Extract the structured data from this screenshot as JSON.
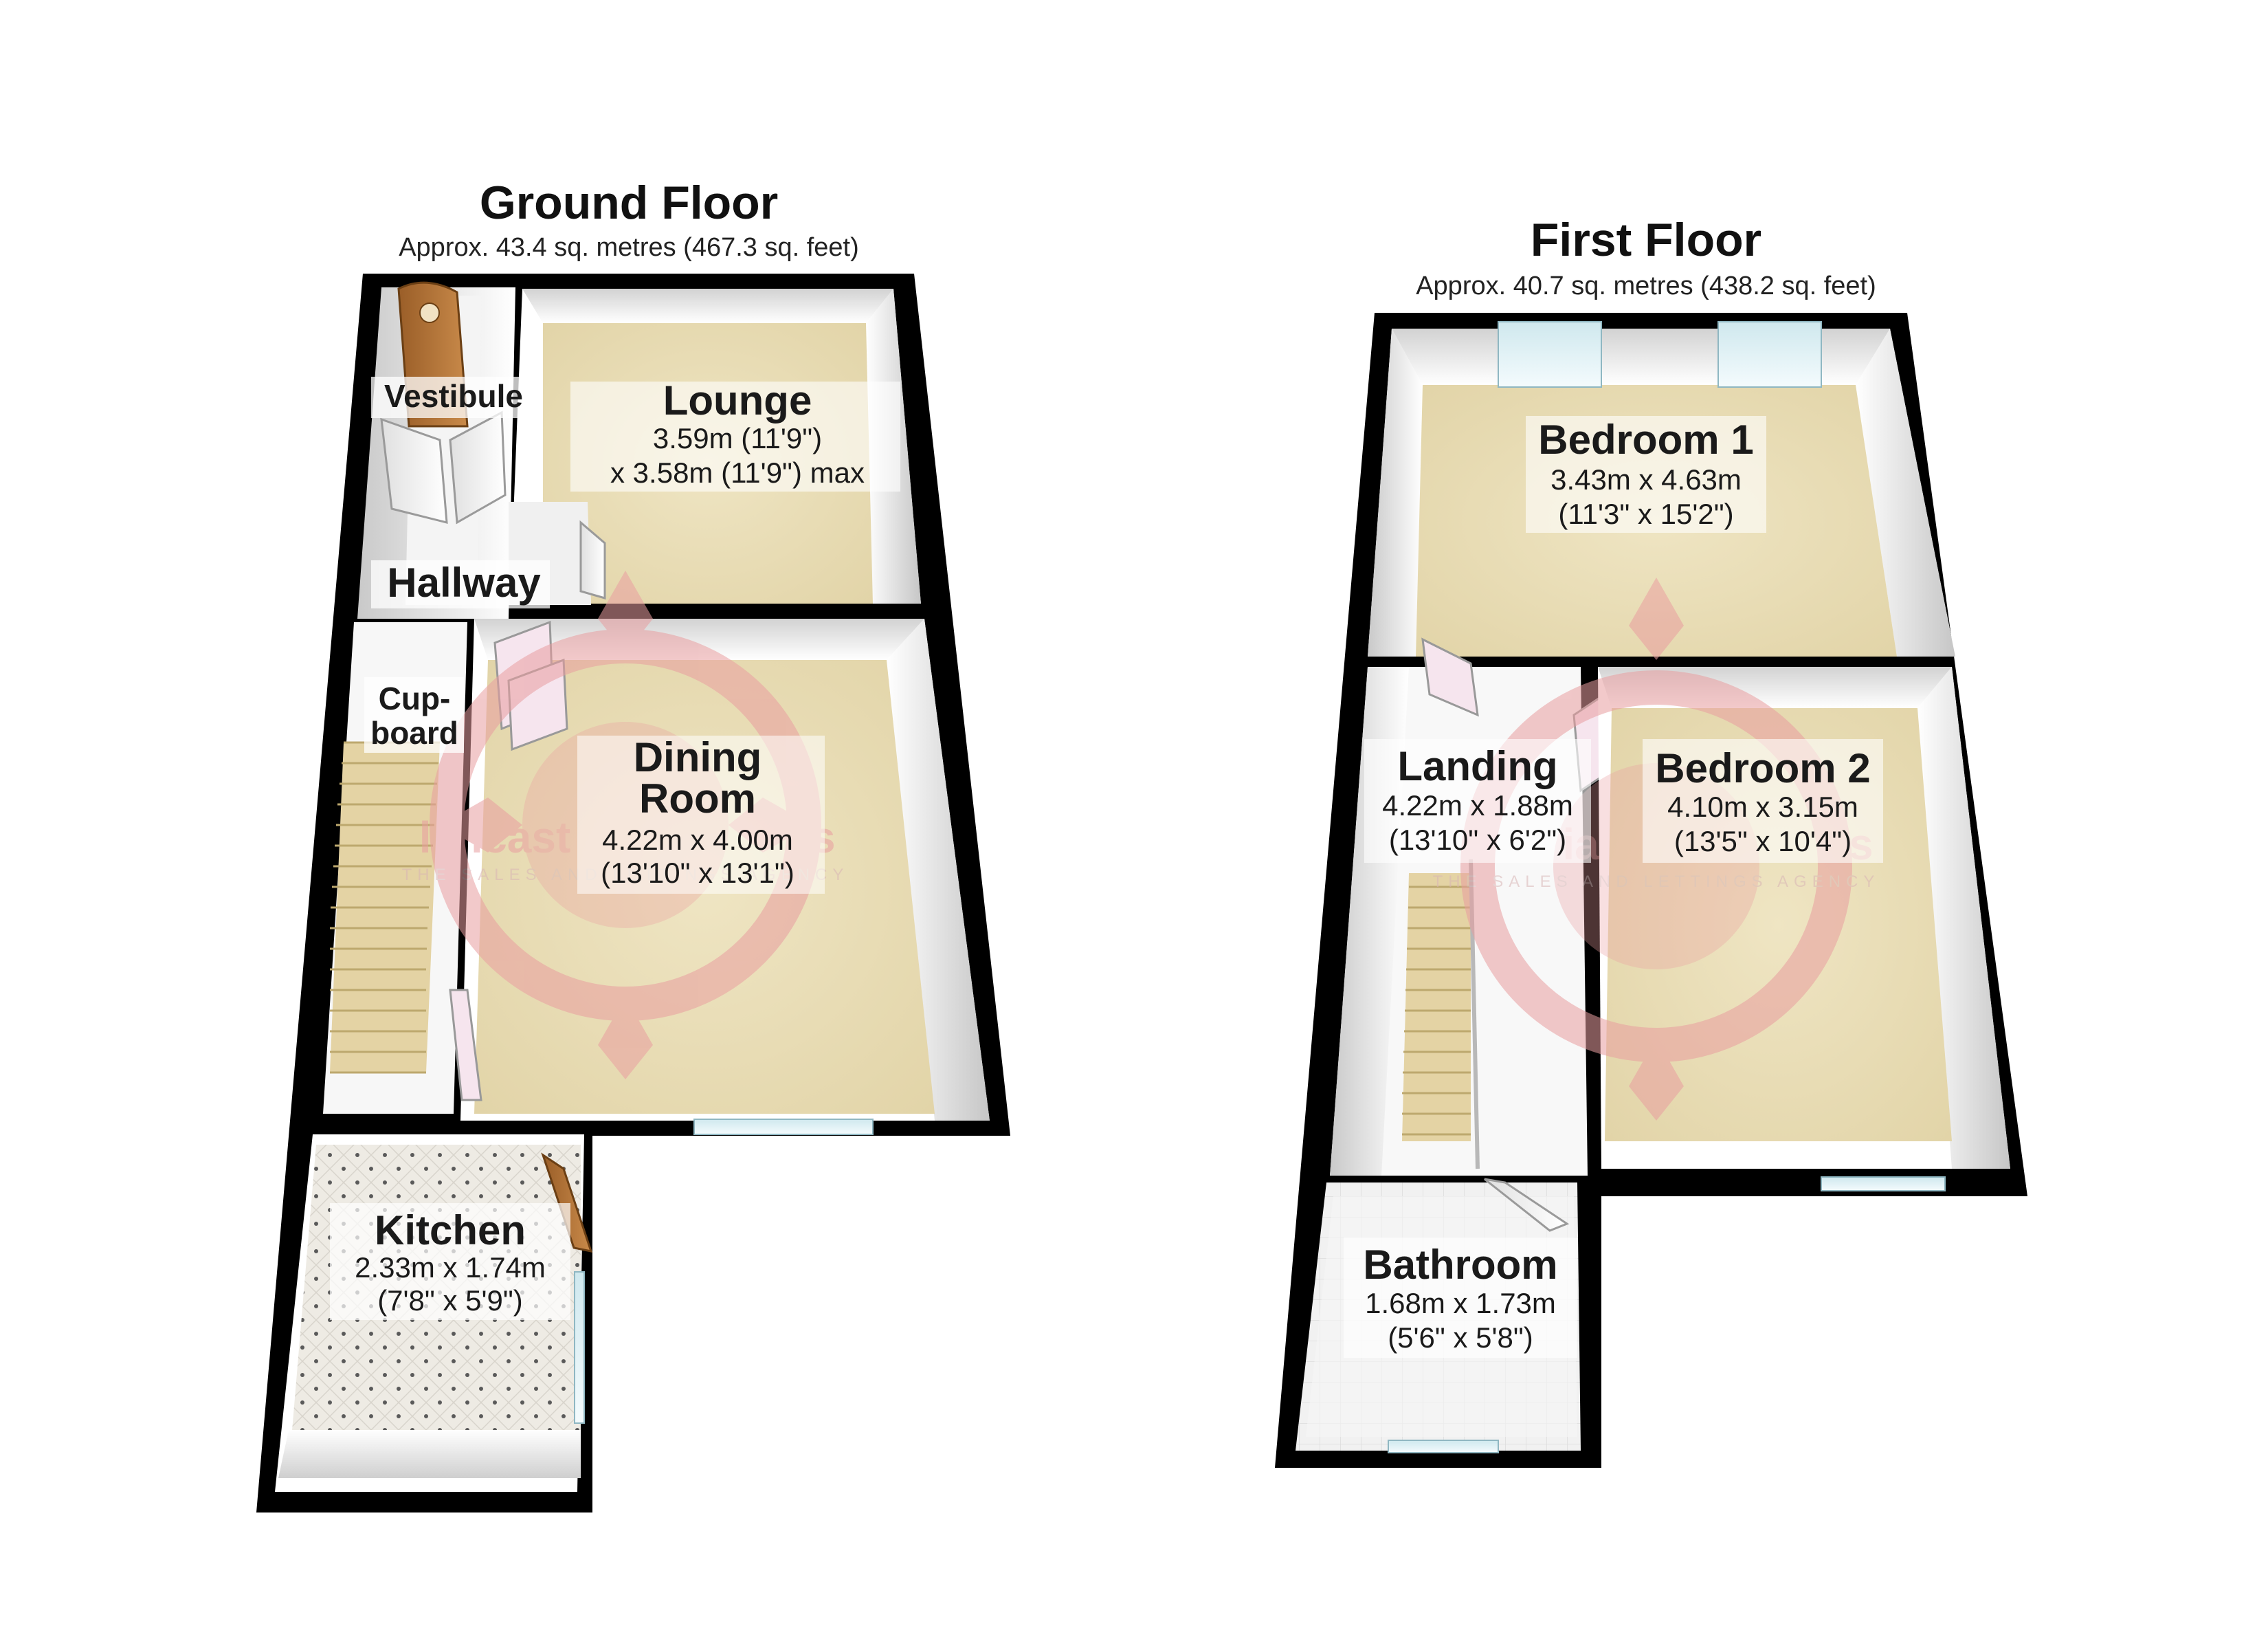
{
  "ground_floor": {
    "title": "Ground Floor",
    "area": "Approx. 43.4 sq. metres (467.3 sq. feet)",
    "rooms": {
      "vestibule": {
        "name": "Vestibule"
      },
      "lounge": {
        "name": "Lounge",
        "dim1": "3.59m (11'9\")",
        "dim2": "x 3.58m (11'9\") max"
      },
      "hallway": {
        "name": "Hallway"
      },
      "cupboard": {
        "name1": "Cup-",
        "name2": "board"
      },
      "dining": {
        "name1": "Dining",
        "name2": "Room",
        "dim1": "4.22m x 4.00m",
        "dim2": "(13'10\" x 13'1\")"
      },
      "kitchen": {
        "name": "Kitchen",
        "dim1": "2.33m x 1.74m",
        "dim2": "(7'8\" x 5'9\")"
      }
    }
  },
  "first_floor": {
    "title": "First Floor",
    "area": "Approx. 40.7 sq. metres (438.2 sq. feet)",
    "rooms": {
      "bedroom1": {
        "name": "Bedroom 1",
        "dim1": "3.43m x 4.63m",
        "dim2": "(11'3\" x 15'2\")"
      },
      "landing": {
        "name": "Landing",
        "dim1": "4.22m x 1.88m",
        "dim2": "(13'10\" x 6'2\")"
      },
      "bedroom2": {
        "name": "Bedroom 2",
        "dim1": "4.10m x 3.15m",
        "dim2": "(13'5\" x 10'4\")"
      },
      "bathroom": {
        "name": "Bathroom",
        "dim1": "1.68m x 1.73m",
        "dim2": "(5'6\" x 5'8\")"
      }
    }
  },
  "watermark": {
    "brand_left": "lancast",
    "brand_left_tail": "es",
    "brand_right": "ia",
    "brand_right_tail": "es",
    "tagline_left": "THE SALES AND LETTINGS AGENCY",
    "tagline_right": "THE SALES AND LETTINGS AGENCY"
  },
  "colors": {
    "wall": "#000000",
    "carpet": "#e8dcb5",
    "floor_tile": "#ece8e1",
    "stairs": "#e2d1a3",
    "watermark": "#e99ea0",
    "door_wood": "#b5763a"
  }
}
